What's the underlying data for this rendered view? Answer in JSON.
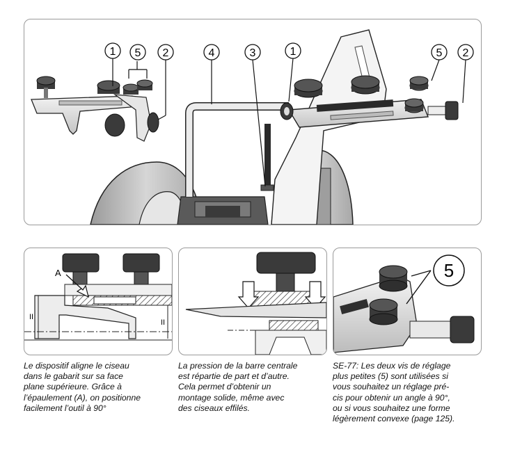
{
  "callouts": {
    "c1a": "1",
    "c5a": "5",
    "c2a": "2",
    "c4": "4",
    "c3": "3",
    "c1b": "1",
    "c5b": "5",
    "c2b": "2"
  },
  "panels": {
    "panel1": {
      "label_a": "A",
      "label_ii_left": "II",
      "label_ii_right": "II"
    },
    "panel3": {
      "callout": "5"
    }
  },
  "captions": {
    "panel1": "Le dispositif aligne le ciseau\ndans le gabarit  sur sa face\nplane supérieure. Grâce à\nl’épaulement (A), on positionne\nfacilement l’outil à 90°",
    "panel2": "La pression de la barre centrale\nest répartie de part et d’autre.\nCela permet d’obtenir un\nmontage solide, même avec\ndes ciseaux effilés.",
    "panel3": "SE-77: Les deux vis de réglage\nplus petites (5) sont utilisées si\nvous souhaitez un réglage pré-\ncis pour obtenir un angle à 90°,\nou si vous souhaitez une forme\nlégèrement convexe (page 125)."
  },
  "colors": {
    "knob": "#3a3a3a",
    "metal": "#d9d9d9",
    "wheel": "#bfbfbf",
    "line": "#1a1a1a"
  }
}
